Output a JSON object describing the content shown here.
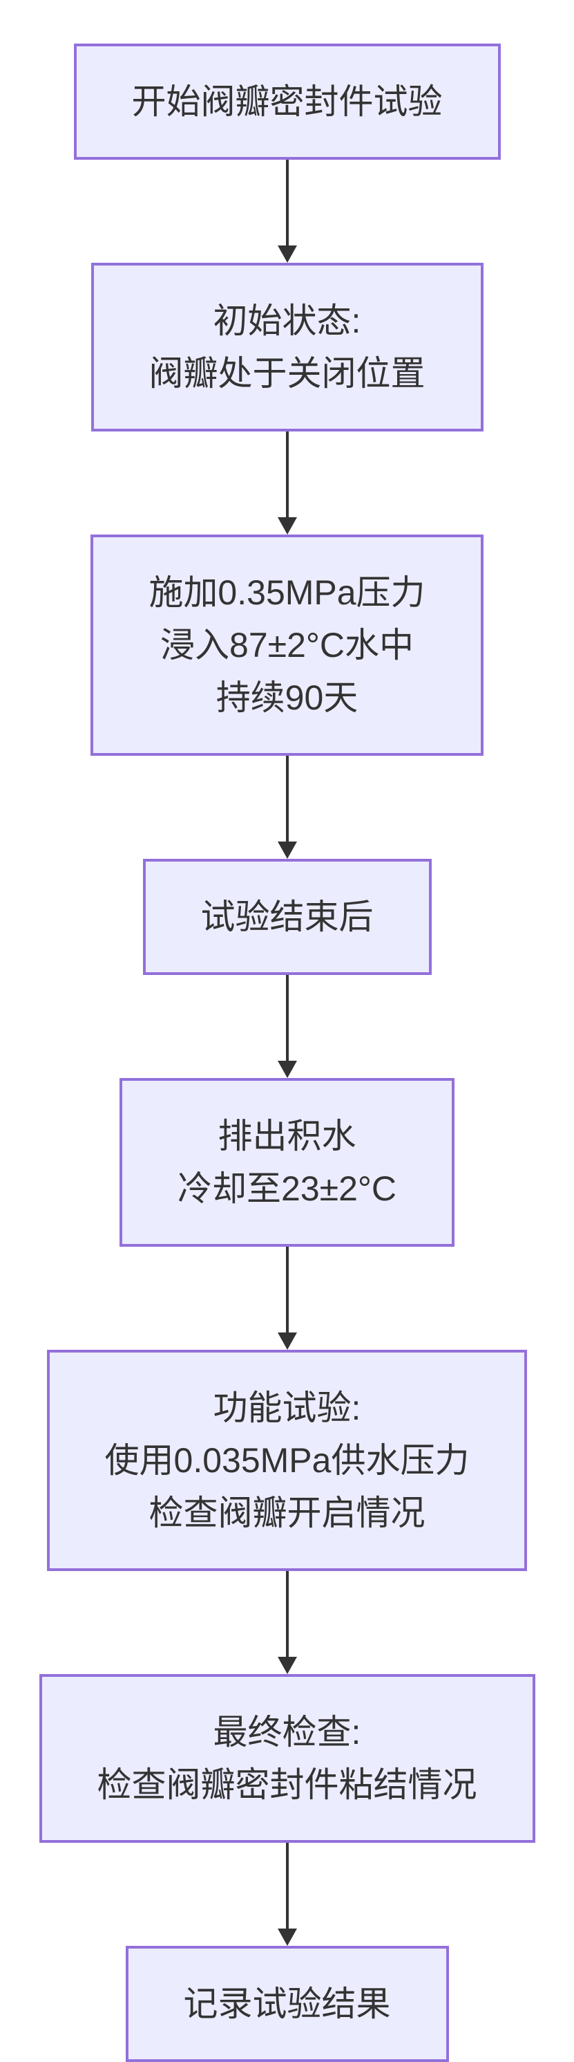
{
  "flowchart": {
    "type": "flowchart",
    "direction": "top-down",
    "colors": {
      "node_fill": "#ECECFF",
      "node_border": "#9370DB",
      "arrow": "#333333",
      "text": "#333333",
      "background": "#FFFFFF"
    },
    "nodes": [
      {
        "id": "start",
        "lines": [
          "开始阀瓣密封件试验"
        ]
      },
      {
        "id": "initial-state",
        "lines": [
          "初始状态:",
          "阀瓣处于关闭位置"
        ]
      },
      {
        "id": "pressure-immersion",
        "lines": [
          "施加0.35MPa压力",
          "浸入87±2°C水中",
          "持续90天"
        ]
      },
      {
        "id": "after-test",
        "lines": [
          "试验结束后"
        ]
      },
      {
        "id": "drain-cool",
        "lines": [
          "排出积水",
          "冷却至23±2°C"
        ]
      },
      {
        "id": "function-test",
        "lines": [
          "功能试验:",
          "使用0.035MPa供水压力",
          "检查阀瓣开启情况"
        ]
      },
      {
        "id": "final-check",
        "lines": [
          "最终检查:",
          "检查阀瓣密封件粘结情况"
        ]
      },
      {
        "id": "record-results",
        "lines": [
          "记录试验结果"
        ]
      }
    ],
    "edges": [
      {
        "from": "start",
        "to": "initial-state"
      },
      {
        "from": "initial-state",
        "to": "pressure-immersion"
      },
      {
        "from": "pressure-immersion",
        "to": "after-test"
      },
      {
        "from": "after-test",
        "to": "drain-cool"
      },
      {
        "from": "drain-cool",
        "to": "function-test"
      },
      {
        "from": "function-test",
        "to": "final-check"
      },
      {
        "from": "final-check",
        "to": "record-results"
      }
    ]
  }
}
